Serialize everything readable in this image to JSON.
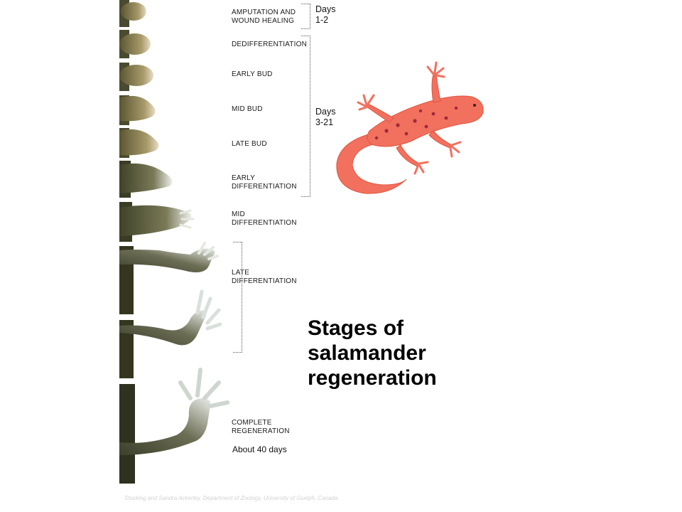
{
  "stages": [
    {
      "label": "AMPUTATION AND\nWOUND HEALING"
    },
    {
      "label": "DEDIFFERENTIATION"
    },
    {
      "label": "EARLY BUD"
    },
    {
      "label": "MID BUD"
    },
    {
      "label": "LATE BUD"
    },
    {
      "label": "EARLY\nDIFFERENTIATION"
    },
    {
      "label": "MID\nDIFFERENTIATION"
    },
    {
      "label": "LATE\nDIFFERENTIATION"
    },
    {
      "label": "COMPLETE\nREGENERATION"
    }
  ],
  "periods": [
    {
      "label": "Days\n1-2"
    },
    {
      "label": "Days\n3-21"
    }
  ],
  "completion_note": "About 40 days",
  "title": "Stages of\nsalamander\nregeneration",
  "credit": "Stocking and Sandra Ackerley, Department of Zoology, University of Guelph, Canada",
  "colors": {
    "newt": "#f2705e",
    "newt_spots": "#9e2a3c",
    "limb_dark": "#4e5030",
    "limb_tip": "#e4e8e0",
    "text": "#111111"
  }
}
